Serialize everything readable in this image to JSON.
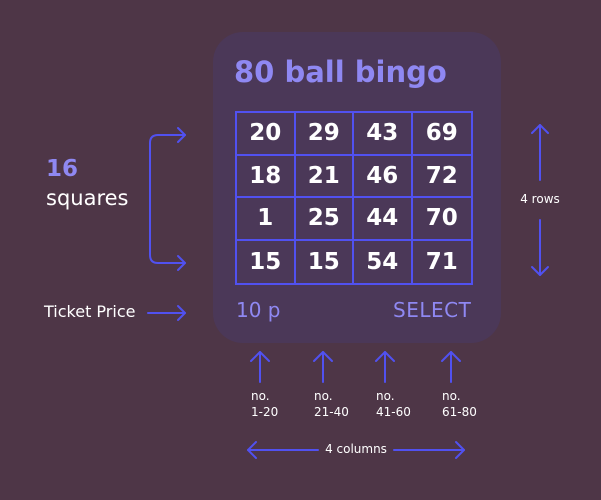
{
  "card": {
    "title": "80 ball bingo",
    "grid": [
      [
        "20",
        "29",
        "43",
        "69"
      ],
      [
        "18",
        "21",
        "46",
        "72"
      ],
      [
        "1",
        "25",
        "44",
        "70"
      ],
      [
        "15",
        "15",
        "54",
        "71"
      ]
    ],
    "price": "10 p",
    "select_label": "SELECT"
  },
  "annotations": {
    "squares_count": "16",
    "squares_label": "squares",
    "ticket_price_label": "Ticket Price",
    "rows_label": "4 rows",
    "columns_label": "4 columns",
    "columns": [
      {
        "prefix": "no.",
        "range": "1-20"
      },
      {
        "prefix": "no.",
        "range": "21-40"
      },
      {
        "prefix": "no.",
        "range": "41-60"
      },
      {
        "prefix": "no.",
        "range": "61-80"
      }
    ]
  },
  "colors": {
    "background": "#4e3647",
    "card": "#4b3858",
    "accent": "#8f88f2",
    "grid_line": "#5151f0",
    "arrow": "#5151f0"
  }
}
